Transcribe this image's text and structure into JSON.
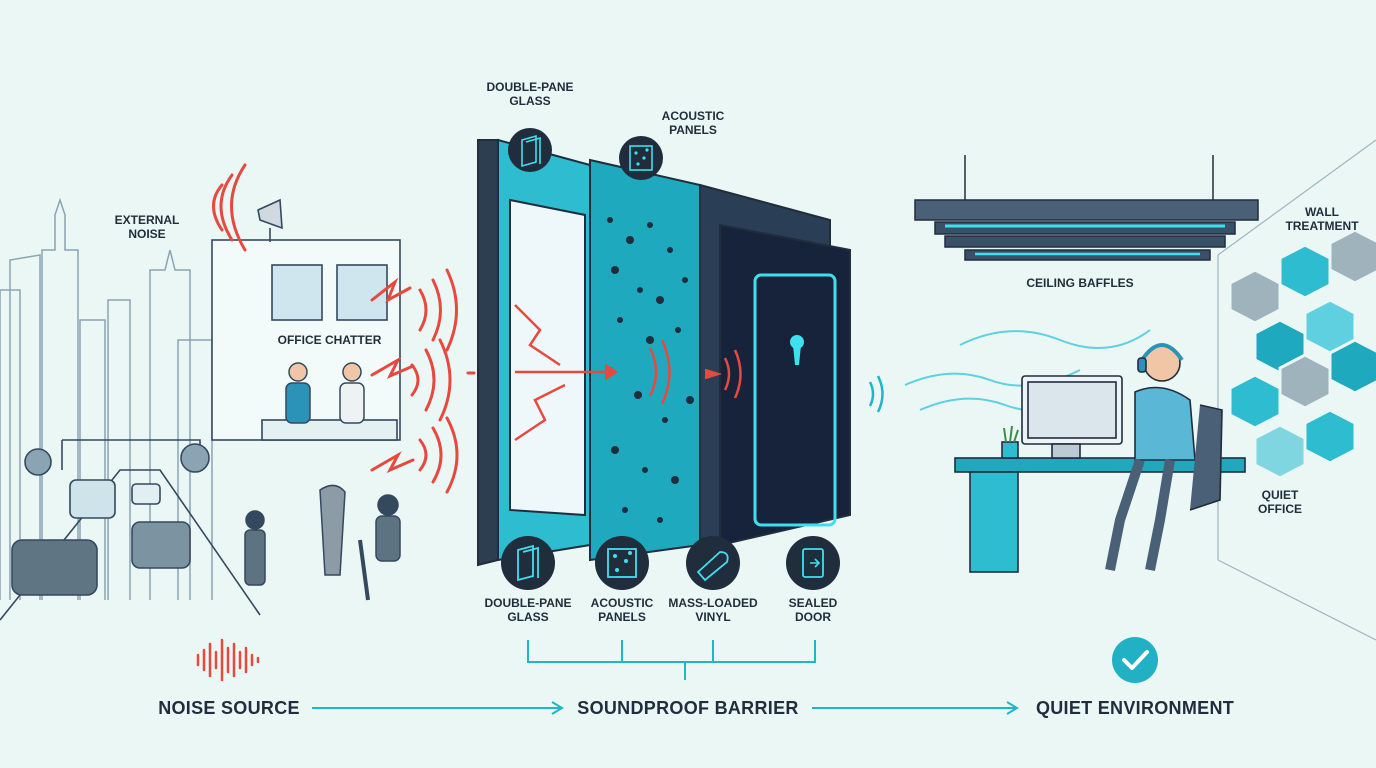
{
  "labels": {
    "external_noise": "EXTERNAL\nNOISE",
    "office_chatter": "OFFICE CHATTER",
    "double_pane_top": "DOUBLE-PANE\nGLASS",
    "acoustic_panels_top": "ACOUSTIC\nPANELS",
    "ceiling_baffles": "CEILING BAFFLES",
    "wall_treatment": "WALL\nTREATMENT",
    "quiet_office": "QUIET\nOFFICE"
  },
  "materials": [
    {
      "label": "DOUBLE-PANE\nGLASS",
      "icon": "glass-pane-icon"
    },
    {
      "label": "ACOUSTIC\nPANELS",
      "icon": "acoustic-foam-icon"
    },
    {
      "label": "MASS-LOADED\nVINYL",
      "icon": "vinyl-roll-icon"
    },
    {
      "label": "SEALED\nDOOR",
      "icon": "sealed-door-icon"
    }
  ],
  "flow": {
    "source": "NOISE SOURCE",
    "barrier": "SOUNDPROOF BARRIER",
    "quiet": "QUIET ENVIRONMENT"
  },
  "colors": {
    "background": "#eaf7f5",
    "navy": "#1f2d3d",
    "teal": "#1fb6c8",
    "noise_red": "#e8493f",
    "check_teal": "#22b1c4"
  }
}
